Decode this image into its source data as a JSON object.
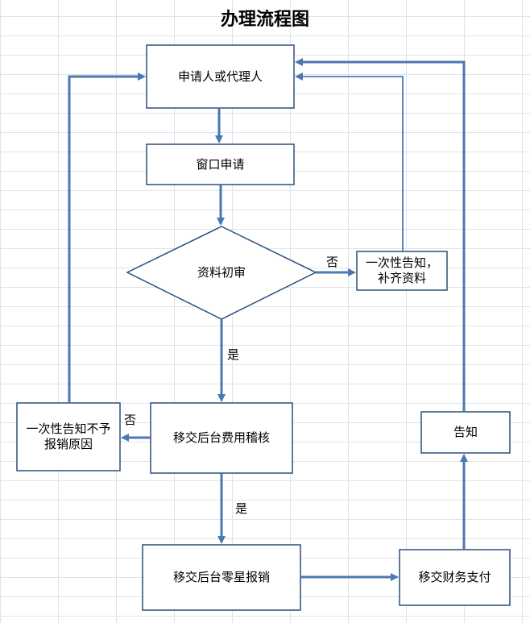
{
  "title": "办理流程图",
  "nodes": {
    "applicant": "申请人或代理人",
    "window_apply": "窗口申请",
    "prelim_review": "资料初审",
    "notify_supplement": "一次性告知，补齐资料",
    "backend_review": "移交后台费用稽核",
    "notify_reject": "一次性告知不予报销原因",
    "backend_reimburse": "移交后台零星报销",
    "finance_pay": "移交财务支付",
    "notify": "告知"
  },
  "edge_labels": {
    "no_1": "否",
    "yes_1": "是",
    "no_2": "否",
    "yes_2": "是"
  },
  "colors": {
    "box_stroke": "#2b4f7d",
    "arrow": "#4a78b0",
    "grid": "#dfe3ea"
  }
}
